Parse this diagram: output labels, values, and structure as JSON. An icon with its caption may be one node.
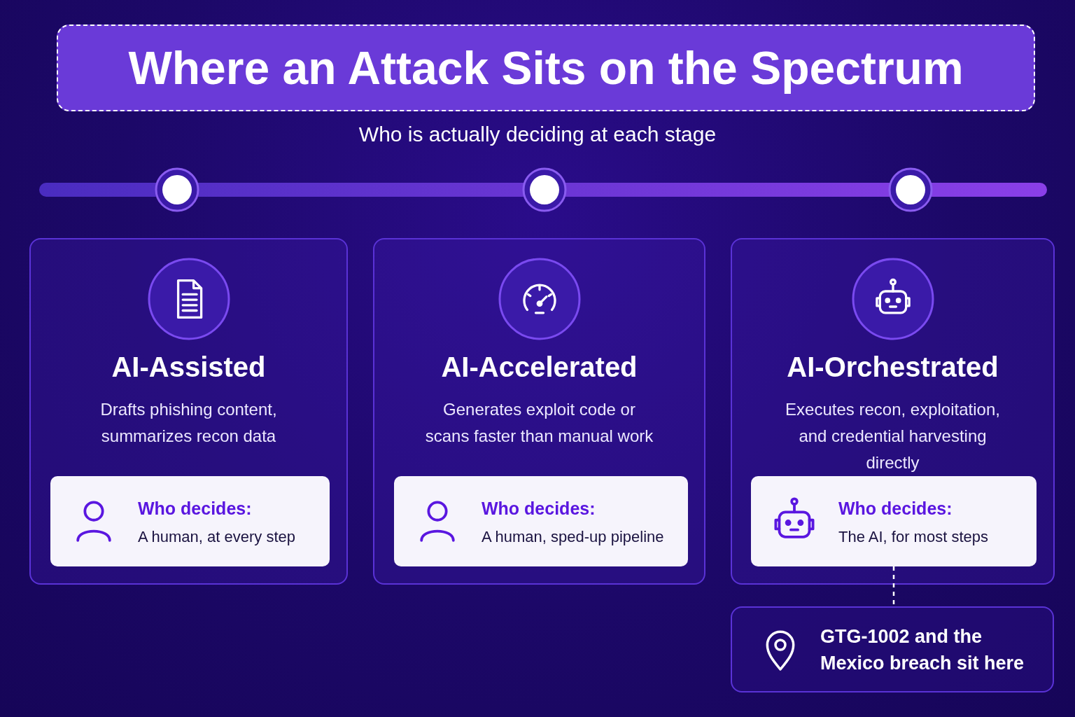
{
  "diagram": {
    "title": "Where an Attack Sits on the Spectrum",
    "nodes": [
      {
        "text": [
          "AI-Assisted",
          "Drafts phishing content, summarizes recon data"
        ]
      },
      {
        "text": [
          "Who decides:",
          "A human, at every step"
        ],
        "in": 0
      },
      {
        "text": [
          "AI-Accelerated",
          "Generates exploit code or scans faster than manual work"
        ]
      },
      {
        "text": [
          "Who decides:",
          "A human, sped-up pipeline"
        ],
        "in": 2
      },
      {
        "text": [
          "AI-Orchestrated",
          "Executes recon, exploitation, and credential harvesting directly"
        ]
      },
      {
        "text": [
          "Who decides:",
          "The AI, for most steps"
        ],
        "in": 4
      },
      {
        "text": [
          "GTG-1002 and the Mexico breach sit here"
        ]
      }
    ],
    "edges": [
      {
        "from": 5,
        "to": 6,
        "arrow": "none",
        "style": "dashed"
      }
    ],
    "labels": [
      "Who is actually deciding at each stage"
    ]
  }
}
